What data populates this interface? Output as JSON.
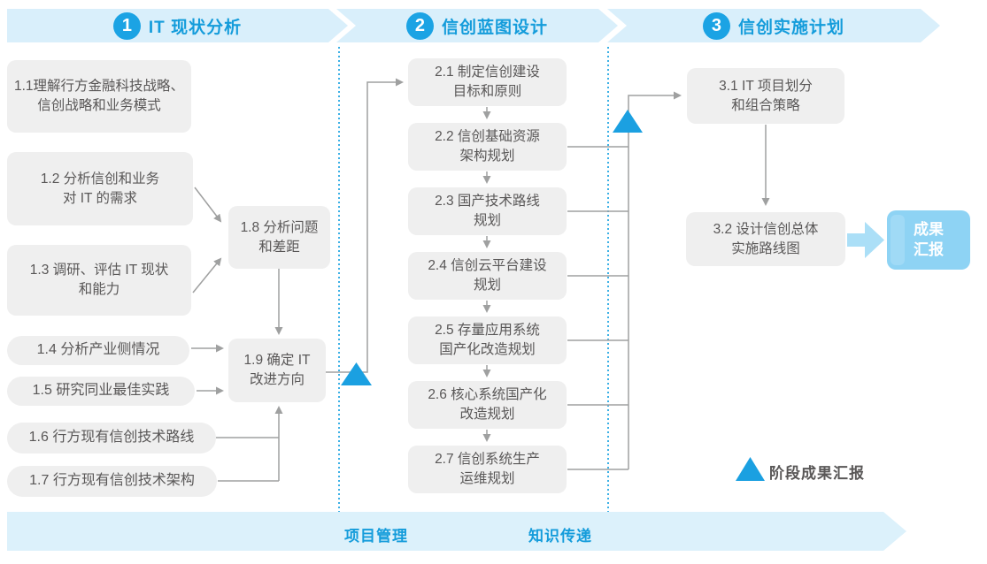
{
  "phases": [
    {
      "number": "1",
      "title": "IT 现状分析"
    },
    {
      "number": "2",
      "title": "信创蓝图设计"
    },
    {
      "number": "3",
      "title": "信创实施计划"
    }
  ],
  "phase1": {
    "b1_1": "1.1理解行方金融科技战略、\n信创战略和业务模式",
    "b1_2": "1.2 分析信创和业务\n对 IT 的需求",
    "b1_3": "1.3 调研、评估 IT 现状\n和能力",
    "b1_4": "1.4 分析产业侧情况",
    "b1_5": "1.5 研究同业最佳实践",
    "b1_6": "1.6 行方现有信创技术路线",
    "b1_7": "1.7 行方现有信创技术架构",
    "b1_8": "1.8 分析问题\n和差距",
    "b1_9": "1.9 确定 IT\n改进方向"
  },
  "phase2": {
    "b2_1": "2.1 制定信创建设\n目标和原则",
    "b2_2": "2.2 信创基础资源\n架构规划",
    "b2_3": "2.3 国产技术路线\n规划",
    "b2_4": "2.4 信创云平台建设\n规划",
    "b2_5": "2.5 存量应用系统\n国产化改造规划",
    "b2_6": "2.6 核心系统国产化\n改造规划",
    "b2_7": "2.7 信创系统生产\n运维规划"
  },
  "phase3": {
    "b3_1": "3.1 IT 项目划分\n和组合策略",
    "b3_2": "3.2 设计信创总体\n实施路线图"
  },
  "outcome": {
    "label": "成果\n汇报"
  },
  "legend": {
    "milestone_label": "阶段成果汇报"
  },
  "bottom": {
    "left_label": "项目管理",
    "right_label": "知识传递"
  },
  "colors": {
    "accent_blue": "#1BA3E4",
    "title_blue": "#149CDB",
    "band_bg": "#D9EFFB",
    "box_bg": "#EFEFEF",
    "box_text": "#595757",
    "connector_gray": "#9FA0A0",
    "outcome_bg": "#8ED3F4",
    "triangle_blue": "#1BA0E1"
  }
}
